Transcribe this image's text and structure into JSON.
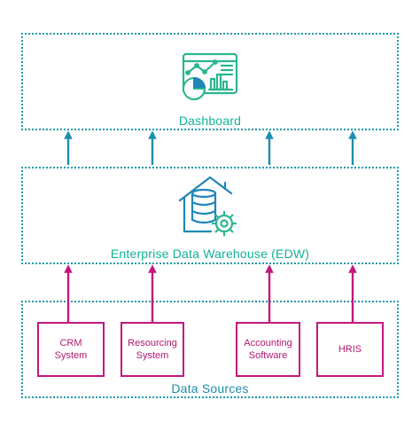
{
  "diagram": {
    "dashboard": {
      "label": "Dashboard",
      "icon": "dashboard-analytics-icon"
    },
    "edw": {
      "label": "Enterprise Data Warehouse (EDW)",
      "icon": "data-warehouse-gear-icon"
    },
    "data_sources": {
      "label": "Data Sources",
      "items": [
        {
          "label": "CRM\nSystem"
        },
        {
          "label": "Resourcing\nSystem"
        },
        {
          "label": "Accounting\nSoftware"
        },
        {
          "label": "HRIS"
        }
      ]
    },
    "colors": {
      "dashed_border": "#1b9aa8",
      "teal_arrows": "#1d8fb0",
      "magenta": "#c2187d",
      "label_green": "#10b394",
      "icon_green": "#2bb58f",
      "icon_blue": "#1f86b8"
    }
  }
}
